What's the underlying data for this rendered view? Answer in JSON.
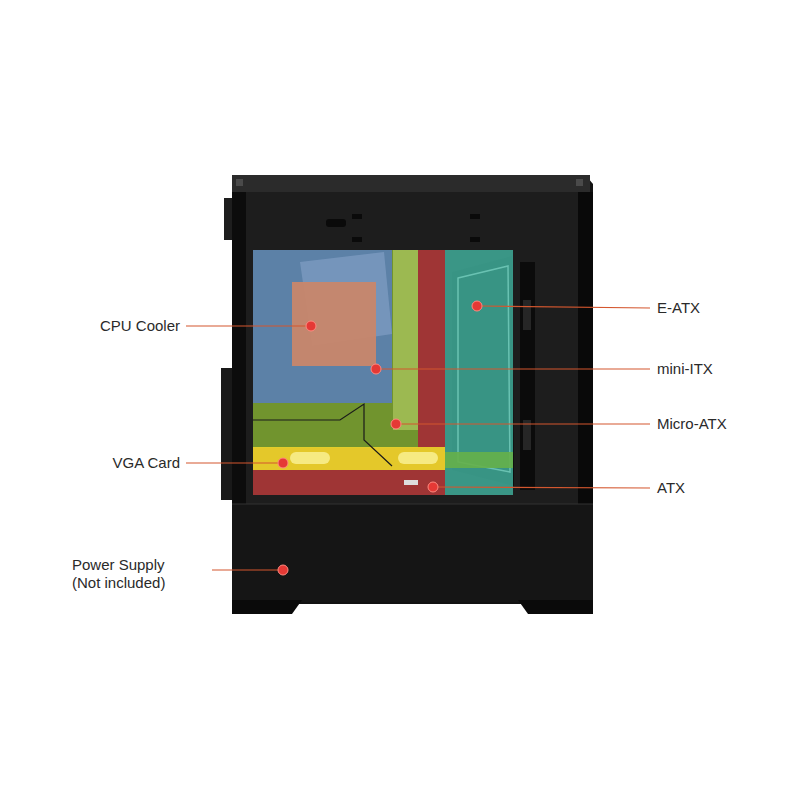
{
  "diagram": {
    "labels": [
      "CPU Cooler",
      "VGA Card",
      "Power Supply (Not included)",
      "E-ATX",
      "mini-ITX",
      "Micro-ATX",
      "ATX"
    ]
  }
}
